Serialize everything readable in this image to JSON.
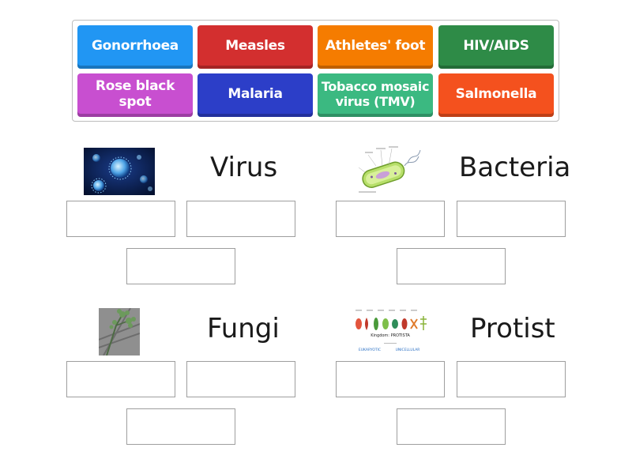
{
  "tiles": [
    {
      "label": "Gonorrhoea",
      "color": "#2196f3"
    },
    {
      "label": "Measles",
      "color": "#d32f2f"
    },
    {
      "label": "Athletes' foot",
      "color": "#f57c00"
    },
    {
      "label": "HIV/AIDS",
      "color": "#2e8b47"
    },
    {
      "label": "Rose black spot",
      "color": "#c84fd0"
    },
    {
      "label": "Malaria",
      "color": "#2c3ec8"
    },
    {
      "label": "Tobacco mosaic virus (TMV)",
      "color": "#3bb981"
    },
    {
      "label": "Salmonella",
      "color": "#f4511e"
    }
  ],
  "groups": {
    "virus": {
      "title": "Virus"
    },
    "bacteria": {
      "title": "Bacteria"
    },
    "fungi": {
      "title": "Fungi"
    },
    "protist": {
      "title": "Protist",
      "image_caption": "Kingdom: PROTISTA",
      "image_left_label": "EUKARYOTIC",
      "image_right_label": "UNICELLULAR"
    }
  }
}
